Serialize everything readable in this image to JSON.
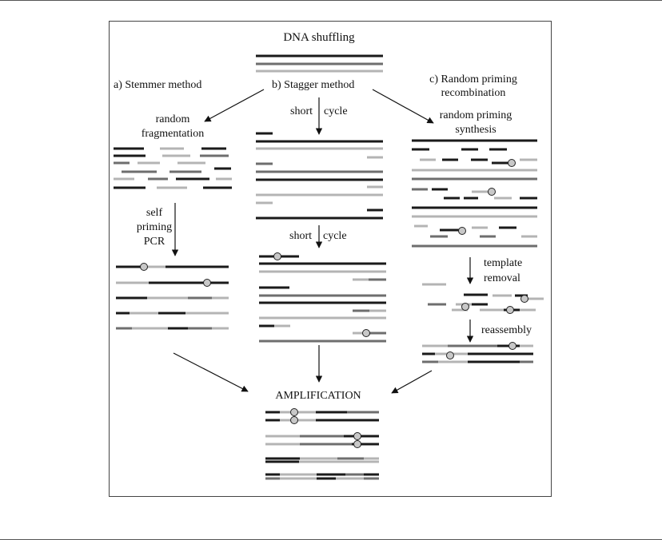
{
  "title": "DNA shuffling",
  "methods": {
    "a": "a) Stemmer method",
    "b": "b) Stagger method",
    "c_line1": "c) Random priming",
    "c_line2": "recombination"
  },
  "steps": {
    "a_frag_line1": "random",
    "a_frag_line2": "fragmentation",
    "a_pcr_line1": "self",
    "a_pcr_line2": "priming",
    "a_pcr_line3": "PCR",
    "b_cycle1_word1": "short",
    "b_cycle1_word2": "cycle",
    "b_cycle2_word1": "short",
    "b_cycle2_word2": "cycle",
    "c_synth_line1": "random priming",
    "c_synth_line2": "synthesis",
    "c_removal_line1": "template",
    "c_removal_line2": "removal",
    "c_reassembly": "reassembly"
  },
  "result": "AMPLIFICATION",
  "colors": {
    "dark": "#1a1a1a",
    "medium": "#6e6e6e",
    "light": "#b4b4b4",
    "mutation": "#c8c8c8",
    "arrow": "#111111"
  }
}
